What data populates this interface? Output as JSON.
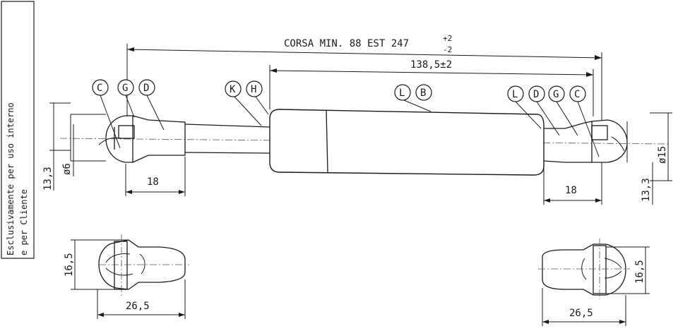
{
  "side_note": {
    "line1": "Esclusivamente per uso interno",
    "line2": "e per Cliente"
  },
  "dimensions": {
    "stroke": "CORSA MIN. 88 EST 247",
    "stroke_tol_upper": "+2",
    "stroke_tol_lower": "-2",
    "body_length": "138,5±2",
    "left_fitting_length": "18",
    "right_fitting_length": "18",
    "left_height": "13,3",
    "rod_diameter": "ø6",
    "body_diameter": "ø15",
    "right_height": "13,3",
    "left_view_height": "16,5",
    "left_view_width": "26,5",
    "right_view_height": "16,5",
    "right_view_width": "26,5"
  },
  "callouts": {
    "left_fitting": [
      "C",
      "G",
      "D"
    ],
    "rod": [
      "K",
      "H"
    ],
    "body": [
      "L",
      "B"
    ],
    "right_fitting": [
      "L",
      "D",
      "G",
      "C"
    ]
  }
}
